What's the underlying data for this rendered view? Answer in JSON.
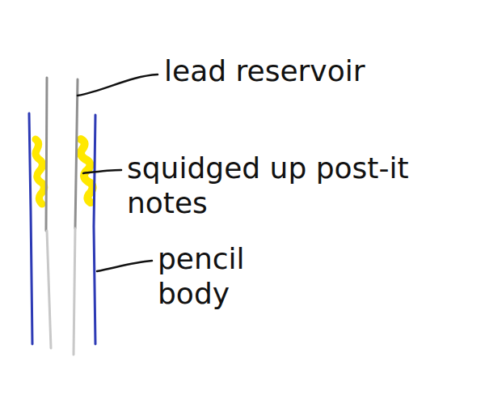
{
  "diagram": {
    "labels": [
      "lead reservoir",
      "squidged up post-it notes",
      "pencil body"
    ]
  }
}
